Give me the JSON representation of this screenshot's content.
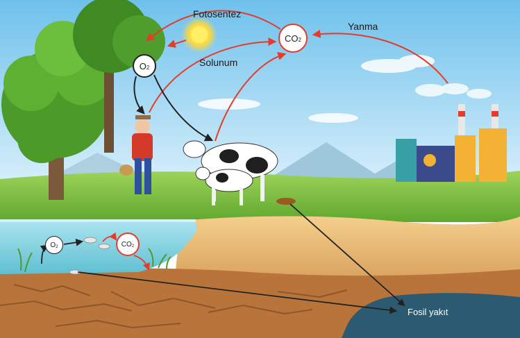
{
  "labels": {
    "photosynthesis": "Fotosentez",
    "respiration": "Solunum",
    "combustion": "Yanma",
    "fossil_fuel": "Fosil yakıt"
  },
  "nodes": {
    "co2_air": {
      "base": "CO",
      "sub": "2"
    },
    "o2_air": {
      "base": "O",
      "sub": "2"
    },
    "o2_water": {
      "base": "O",
      "sub": "2"
    },
    "co2_water": {
      "base": "CO",
      "sub": "2"
    }
  },
  "colors": {
    "co2_arrow": "#e53b2a",
    "o2_arrow": "#222222",
    "sky": "#8fcdf0",
    "grass": "#7cc143",
    "water": "#86d3e0",
    "soil": "#c98a4b",
    "fossil_pool": "#2c5a70"
  }
}
